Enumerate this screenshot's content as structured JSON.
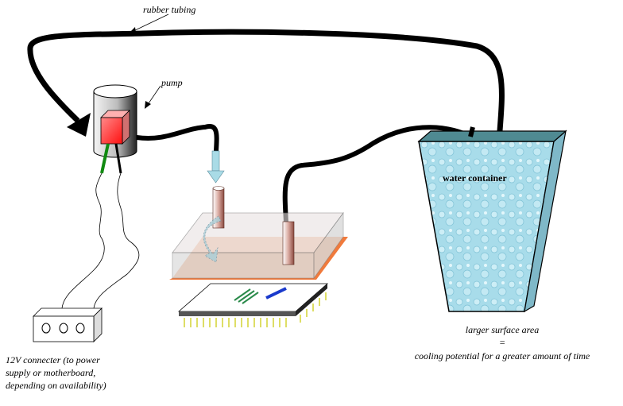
{
  "labels": {
    "rubber_tubing": "rubber tubing",
    "pump": "pump",
    "water_container": "water container",
    "surface_line1": "larger surface area",
    "surface_line2": "=",
    "surface_line3": "cooling potential for a greater amount of time",
    "connector_line1": "12V connecter (to power",
    "connector_line2": "supply or motherboard,",
    "connector_line3": "depending on availability)"
  },
  "colors": {
    "tubing": "#000000",
    "pump_cube": "#ff3b3b",
    "water": "#a8dcea",
    "heat_plate": "#f07a3c",
    "flow_arrow": "#a9dbe6",
    "wire_green": "#118a11"
  }
}
